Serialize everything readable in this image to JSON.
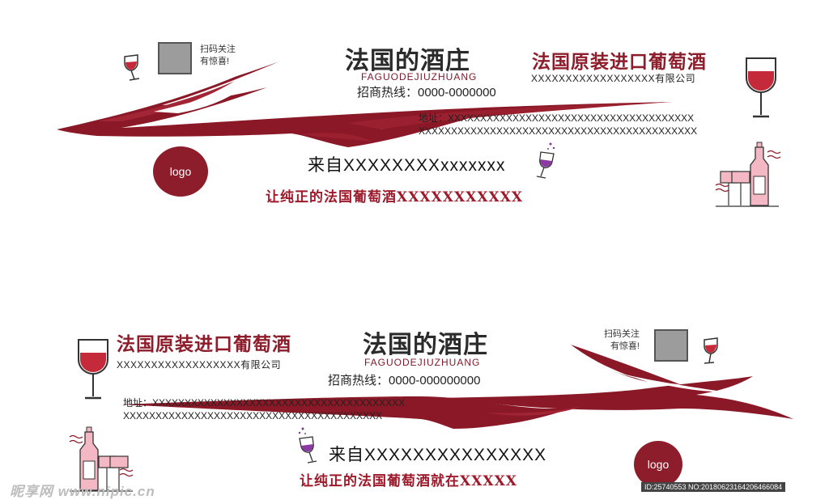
{
  "top_card": {
    "scan_line1": "扫码关注",
    "scan_line2": "有惊喜!",
    "brand_name": "法国的酒庄",
    "brand_pinyin": "FAGUODEJIUZHUANG",
    "hotline": "招商热线：0000-0000000",
    "import_slogan": "法国原装进口葡萄酒",
    "company": "XXXXXXXXXXXXXXXXXX有限公司",
    "address_line1": "地址：XXXXXXXXXXXXXXXXXXXXXXXXXXXXXXXXXXXXXX",
    "address_line2": "XXXXXXXXXXXXXXXXXXXXXXXXXXXXXXXXXXXXXXXXXXX",
    "logo_text": "logo",
    "from_text": "来自XXXXXXXXxxxxxxx",
    "tagline": "让纯正的法国葡萄酒XXXXXXXXXXX"
  },
  "bottom_card": {
    "import_slogan": "法国原装进口葡萄酒",
    "company": "XXXXXXXXXXXXXXXXXX有限公司",
    "brand_name": "法国的酒庄",
    "brand_pinyin": "FAGUODEJIUZHUANG",
    "hotline": "招商热线：0000-000000000",
    "scan_line1": "扫码关注",
    "scan_line2": "有惊喜!",
    "address_line1": "地址：XXXXXXXXXXXXXXXXXXXXXXXXXXXXXXXXXXXXXXX",
    "address_line2": "XXXXXXXXXXXXXXXXXXXXXXXXXXXXXXXXXXXXXXXX",
    "from_text": "来自XXXXXXXXXXXXXXX",
    "tagline": "让纯正的法国葡萄酒就在XXXXX",
    "logo_text": "logo"
  },
  "watermark": {
    "site": "昵享网 www.nipic.cn",
    "id_text": "ID:25740553 NO:20180623164206466084"
  },
  "colors": {
    "wine_red": "#8e1d2c",
    "swoosh_red": "#8a1826",
    "qr_gray": "#9c9c9c"
  }
}
